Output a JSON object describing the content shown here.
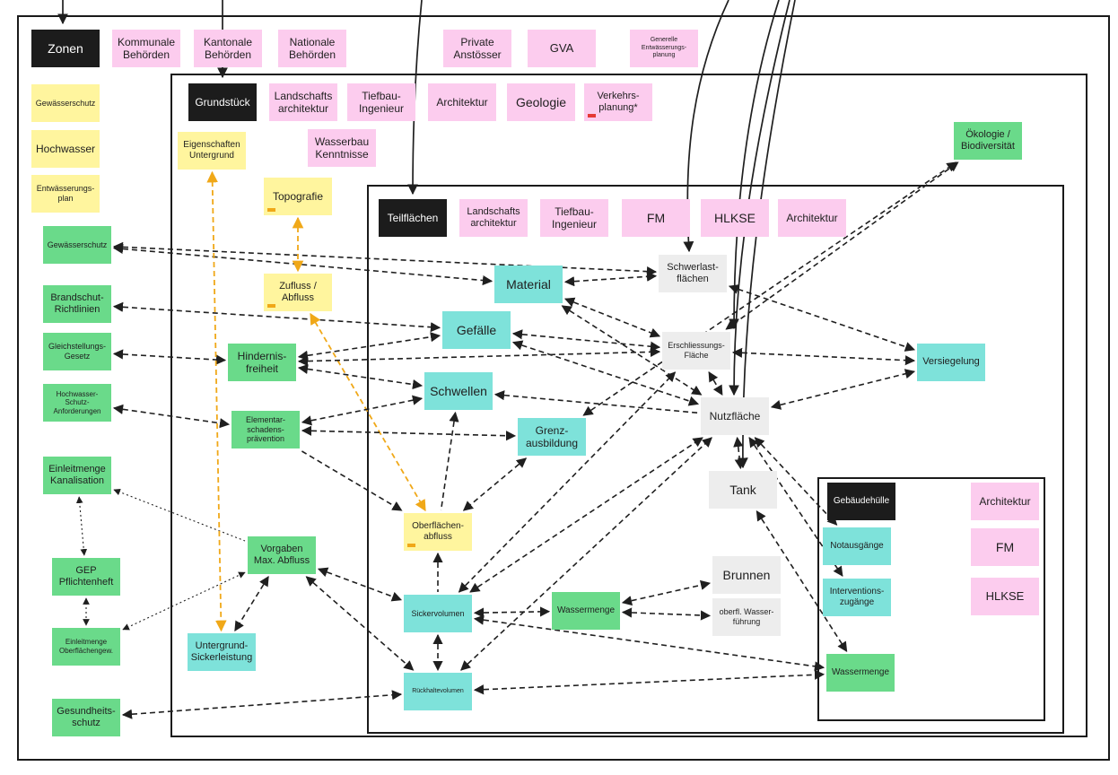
{
  "colors": {
    "pink": "#fcccee",
    "yellow": "#fff59e",
    "green": "#6ada8a",
    "teal": "#7ee2da",
    "gray": "#ededed",
    "black": "#1c1c1c",
    "orange": "#f0a818",
    "red": "#e53935",
    "frame": "#1a1a1a",
    "arrow": "#1f1f1f"
  },
  "frames": [
    {
      "id": "outer"
    },
    {
      "id": "grundstueck"
    },
    {
      "id": "teilflaechen"
    },
    {
      "id": "gebaeudehuelle"
    }
  ],
  "notes": [
    {
      "id": "zonen",
      "label": "Zonen",
      "color": "black"
    },
    {
      "id": "kommunale",
      "label": "Kommunale\nBehörden",
      "color": "pink"
    },
    {
      "id": "kantonale",
      "label": "Kantonale\nBehörden",
      "color": "pink"
    },
    {
      "id": "nationale",
      "label": "Nationale\nBehörden",
      "color": "pink"
    },
    {
      "id": "private",
      "label": "Private\nAnstösser",
      "color": "pink"
    },
    {
      "id": "gva",
      "label": "GVA",
      "color": "pink"
    },
    {
      "id": "gen-entw",
      "label": "Generelle\nEntwässerungs-\nplanung",
      "color": "pink"
    },
    {
      "id": "gewaesserschutz-y",
      "label": "Gewässerschutz",
      "color": "yellow"
    },
    {
      "id": "hochwasser-y",
      "label": "Hochwasser",
      "color": "yellow"
    },
    {
      "id": "entwplan-y",
      "label": "Entwässerungs-\nplan",
      "color": "yellow"
    },
    {
      "id": "gewaesserschutz-g",
      "label": "Gewässerschutz",
      "color": "green"
    },
    {
      "id": "brandschutz",
      "label": "Brandschut-\nRichtlinien",
      "color": "green"
    },
    {
      "id": "gleichstellung",
      "label": "Gleichstellungs-\nGesetz",
      "color": "green"
    },
    {
      "id": "hw-schutz",
      "label": "Hochwasser-\nSchutz-\nAnforderungen",
      "color": "green"
    },
    {
      "id": "einleit-kanal",
      "label": "Einleitmenge\nKanalisation",
      "color": "green"
    },
    {
      "id": "gep",
      "label": "GEP\nPflichtenheft",
      "color": "green"
    },
    {
      "id": "einleit-oberfl",
      "label": "Einleitmenge\nOberflächengew.",
      "color": "green"
    },
    {
      "id": "gesundheit",
      "label": "Gesundheits-\nschutz",
      "color": "green"
    },
    {
      "id": "grundstueck",
      "label": "Grundstück",
      "color": "black"
    },
    {
      "id": "landschaft1",
      "label": "Landschafts\narchitektur",
      "color": "pink"
    },
    {
      "id": "tiefbau1",
      "label": "Tiefbau-\nIngenieur",
      "color": "pink"
    },
    {
      "id": "architektur1",
      "label": "Architektur",
      "color": "pink"
    },
    {
      "id": "geologie",
      "label": "Geologie",
      "color": "pink"
    },
    {
      "id": "verkehr",
      "label": "Verkehrs-\nplanung*",
      "color": "pink",
      "tag": "red"
    },
    {
      "id": "wasserbau",
      "label": "Wasserbau\nKenntnisse",
      "color": "pink"
    },
    {
      "id": "eigenschaften",
      "label": "Eigenschaften\nUntergrund",
      "color": "yellow"
    },
    {
      "id": "topografie",
      "label": "Topografie",
      "color": "yellow",
      "tag": "orange"
    },
    {
      "id": "zufluss",
      "label": "Zufluss /\nAbfluss",
      "color": "yellow",
      "tag": "orange"
    },
    {
      "id": "hindernis",
      "label": "Hindernis-\nfreiheit",
      "color": "green"
    },
    {
      "id": "elementar",
      "label": "Elementar-\nschadens-\nprävention",
      "color": "green"
    },
    {
      "id": "vorgaben",
      "label": "Vorgaben\nMax. Abfluss",
      "color": "green"
    },
    {
      "id": "untergrund",
      "label": "Untergrund-\nSickerleistung",
      "color": "teal"
    },
    {
      "id": "oekologie",
      "label": "Ökologie /\nBiodiversität",
      "color": "green"
    },
    {
      "id": "teilflaechen",
      "label": "Teilflächen",
      "color": "black"
    },
    {
      "id": "landschaft2",
      "label": "Landschafts\narchitektur",
      "color": "pink"
    },
    {
      "id": "tiefbau2",
      "label": "Tiefbau-\nIngenieur",
      "color": "pink"
    },
    {
      "id": "fm1",
      "label": "FM",
      "color": "pink"
    },
    {
      "id": "hlkse1",
      "label": "HLKSE",
      "color": "pink"
    },
    {
      "id": "architektur2",
      "label": "Architektur",
      "color": "pink"
    },
    {
      "id": "material",
      "label": "Material",
      "color": "teal"
    },
    {
      "id": "gefaelle",
      "label": "Gefälle",
      "color": "teal"
    },
    {
      "id": "schwellen",
      "label": "Schwellen",
      "color": "teal"
    },
    {
      "id": "grenz",
      "label": "Grenz-\nausbildung",
      "color": "teal"
    },
    {
      "id": "oberflaechen",
      "label": "Oberflächen-\nabfluss",
      "color": "yellow",
      "tag": "orange"
    },
    {
      "id": "sicker",
      "label": "Sickervolumen",
      "color": "teal"
    },
    {
      "id": "rueckhalte",
      "label": "Rückhaltevolumen",
      "color": "teal"
    },
    {
      "id": "wassermenge1",
      "label": "Wassermenge",
      "color": "green"
    },
    {
      "id": "schwerlast",
      "label": "Schwerlast-\nflächen",
      "color": "gray"
    },
    {
      "id": "erschliessung",
      "label": "Erschliessungs-\nFläche",
      "color": "gray"
    },
    {
      "id": "nutzflaeche",
      "label": "Nutzfläche",
      "color": "gray"
    },
    {
      "id": "tank",
      "label": "Tank",
      "color": "gray"
    },
    {
      "id": "brunnen",
      "label": "Brunnen",
      "color": "gray"
    },
    {
      "id": "oberfl-wasser",
      "label": "oberfl. Wasser-\nführung",
      "color": "gray"
    },
    {
      "id": "versiegelung",
      "label": "Versiegelung",
      "color": "teal"
    },
    {
      "id": "gebaeudehuelle",
      "label": "Gebäudehülle",
      "color": "black"
    },
    {
      "id": "architektur3",
      "label": "Architektur",
      "color": "pink"
    },
    {
      "id": "fm2",
      "label": "FM",
      "color": "pink"
    },
    {
      "id": "hlkse2",
      "label": "HLKSE",
      "color": "pink"
    },
    {
      "id": "notausgaenge",
      "label": "Notausgänge",
      "color": "teal"
    },
    {
      "id": "intervention",
      "label": "Interventions-\nzugänge",
      "color": "teal"
    },
    {
      "id": "wassermenge2",
      "label": "Wassermenge",
      "color": "green"
    }
  ],
  "connections": [
    {
      "from": "gewaesserschutz-g",
      "to": "material",
      "style": "dashed",
      "arrows": "both"
    },
    {
      "from": "gewaesserschutz-g",
      "to": "schwerlast",
      "style": "dashed",
      "arrows": "both"
    },
    {
      "from": "brandschutz",
      "to": "gefaelle",
      "style": "dashed",
      "arrows": "both"
    },
    {
      "from": "gleichstellung",
      "to": "hindernis",
      "style": "dashed",
      "arrows": "both"
    },
    {
      "from": "hw-schutz",
      "to": "elementar",
      "style": "dashed",
      "arrows": "both"
    },
    {
      "from": "einleit-kanal",
      "to": "gep",
      "style": "dotted",
      "arrows": "both"
    },
    {
      "from": "gep",
      "to": "einleit-oberfl",
      "style": "dotted",
      "arrows": "both"
    },
    {
      "from": "einleit-kanal",
      "to": "vorgaben",
      "style": "dotted",
      "arrows": "start"
    },
    {
      "from": "einleit-oberfl",
      "to": "vorgaben",
      "style": "dotted",
      "arrows": "both"
    },
    {
      "from": "gesundheit",
      "to": "rueckhalte",
      "style": "dashed",
      "arrows": "both"
    },
    {
      "from": "topografie",
      "to": "zufluss",
      "style": "orange",
      "arrows": "both"
    },
    {
      "from": "eigenschaften",
      "to": "untergrund",
      "style": "orange",
      "arrows": "both"
    },
    {
      "from": "zufluss",
      "to": "oberflaechen",
      "style": "orange",
      "arrows": "both"
    },
    {
      "from": "hindernis",
      "to": "gefaelle",
      "style": "dashed",
      "arrows": "both"
    },
    {
      "from": "hindernis",
      "to": "schwellen",
      "style": "dashed",
      "arrows": "both"
    },
    {
      "from": "hindernis",
      "to": "erschliessung",
      "style": "dashed",
      "arrows": "both"
    },
    {
      "from": "elementar",
      "to": "schwellen",
      "style": "dashed",
      "arrows": "both"
    },
    {
      "from": "elementar",
      "to": "grenz",
      "style": "dashed",
      "arrows": "both"
    },
    {
      "from": "elementar",
      "to": "oberflaechen",
      "style": "dashed",
      "arrows": "end"
    },
    {
      "from": "vorgaben",
      "to": "sicker",
      "style": "dashed",
      "arrows": "both"
    },
    {
      "from": "vorgaben",
      "to": "rueckhalte",
      "style": "dashed",
      "arrows": "both"
    },
    {
      "from": "vorgaben",
      "to": "untergrund",
      "style": "dashed",
      "arrows": "both"
    },
    {
      "from": "material",
      "to": "schwerlast",
      "style": "dashed",
      "arrows": "both"
    },
    {
      "from": "material",
      "to": "erschliessung",
      "style": "dashed",
      "arrows": "both"
    },
    {
      "from": "material",
      "to": "nutzflaeche",
      "style": "dashed",
      "arrows": "both"
    },
    {
      "from": "gefaelle",
      "to": "erschliessung",
      "style": "dashed",
      "arrows": "both"
    },
    {
      "from": "gefaelle",
      "to": "nutzflaeche",
      "style": "dashed",
      "arrows": "both"
    },
    {
      "from": "schwellen",
      "to": "nutzflaeche",
      "style": "dashed",
      "arrows": "start"
    },
    {
      "from": "schwellen",
      "to": "oberflaechen",
      "style": "dashed",
      "arrows": "start"
    },
    {
      "from": "grenz",
      "to": "oberflaechen",
      "style": "dashed",
      "arrows": "both"
    },
    {
      "from": "grenz",
      "to": "oekologie",
      "style": "dashed",
      "arrows": "both"
    },
    {
      "from": "oberflaechen",
      "to": "sicker",
      "style": "dashed",
      "arrows": "start"
    },
    {
      "from": "sicker",
      "to": "rueckhalte",
      "style": "dashed",
      "arrows": "both"
    },
    {
      "from": "sicker",
      "to": "wassermenge1",
      "style": "dashed",
      "arrows": "both"
    },
    {
      "from": "sicker",
      "to": "nutzflaeche",
      "style": "dashed",
      "arrows": "both"
    },
    {
      "from": "sicker",
      "to": "erschliessung",
      "style": "dashed",
      "arrows": "both"
    },
    {
      "from": "sicker",
      "to": "wassermenge2",
      "style": "dashed",
      "arrows": "both"
    },
    {
      "from": "rueckhalte",
      "to": "nutzflaeche",
      "style": "dashed",
      "arrows": "both"
    },
    {
      "from": "rueckhalte",
      "to": "wassermenge2",
      "style": "dashed",
      "arrows": "both"
    },
    {
      "from": "wassermenge1",
      "to": "brunnen",
      "style": "dashed",
      "arrows": "both"
    },
    {
      "from": "wassermenge1",
      "to": "oberfl-wasser",
      "style": "dashed",
      "arrows": "both"
    },
    {
      "from": "schwerlast",
      "to": "versiegelung",
      "style": "dashed",
      "arrows": "both"
    },
    {
      "from": "erschliessung",
      "to": "versiegelung",
      "style": "dashed",
      "arrows": "both"
    },
    {
      "from": "nutzflaeche",
      "to": "versiegelung",
      "style": "dashed",
      "arrows": "both"
    },
    {
      "from": "erschliessung",
      "to": "oekologie",
      "style": "dashed",
      "arrows": "both"
    },
    {
      "from": "nutzflaeche",
      "to": "tank",
      "style": "dashed",
      "arrows": "both"
    },
    {
      "from": "nutzflaeche",
      "to": "notausgaenge",
      "style": "dashed",
      "arrows": "both"
    },
    {
      "from": "nutzflaeche",
      "to": "intervention",
      "style": "dashed",
      "arrows": "both"
    },
    {
      "from": "tank",
      "to": "wassermenge2",
      "style": "dashed",
      "arrows": "both"
    },
    {
      "from": "erschliessung",
      "to": "nutzflaeche",
      "style": "dashed",
      "arrows": "both"
    }
  ]
}
